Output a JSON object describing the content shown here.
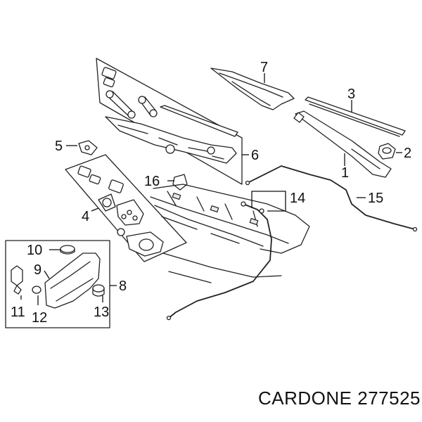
{
  "brand_watermark": "CARDONE 277525",
  "callouts": [
    {
      "id": "c1",
      "label": "1"
    },
    {
      "id": "c2",
      "label": "2"
    },
    {
      "id": "c3",
      "label": "3"
    },
    {
      "id": "c4",
      "label": "4"
    },
    {
      "id": "c5",
      "label": "5"
    },
    {
      "id": "c6",
      "label": "6"
    },
    {
      "id": "c7",
      "label": "7"
    },
    {
      "id": "c8",
      "label": "8"
    },
    {
      "id": "c9",
      "label": "9"
    },
    {
      "id": "c10",
      "label": "10"
    },
    {
      "id": "c11",
      "label": "11"
    },
    {
      "id": "c12",
      "label": "12"
    },
    {
      "id": "c13",
      "label": "13"
    },
    {
      "id": "c14",
      "label": "14"
    },
    {
      "id": "c15",
      "label": "15"
    },
    {
      "id": "c16",
      "label": "16"
    }
  ]
}
